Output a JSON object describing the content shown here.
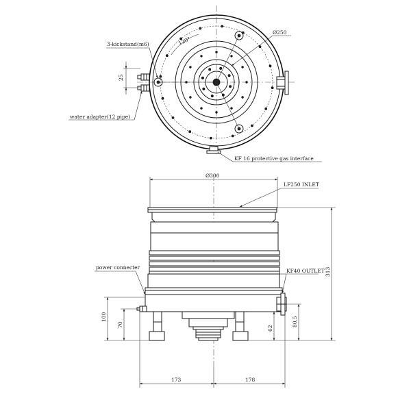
{
  "top_view": {
    "labels": {
      "kickstand": "3-kickstand(m6)",
      "water_adapter": "water adapter(12 pipe)",
      "kf16": "KF 16 protective gas interface"
    },
    "dims": {
      "diameter": "Ø250",
      "angle": "120°",
      "d25": "25"
    }
  },
  "side_view": {
    "labels": {
      "lf250": "LF250 INLET",
      "kf40": "KF40 OUTLET",
      "power": "power connecter"
    },
    "dims": {
      "diameter": "Ø300",
      "height": "313",
      "d100": "100",
      "d70": "70",
      "d62": "62",
      "d80_5": "80.5",
      "d173": "173",
      "d178": "178"
    }
  }
}
